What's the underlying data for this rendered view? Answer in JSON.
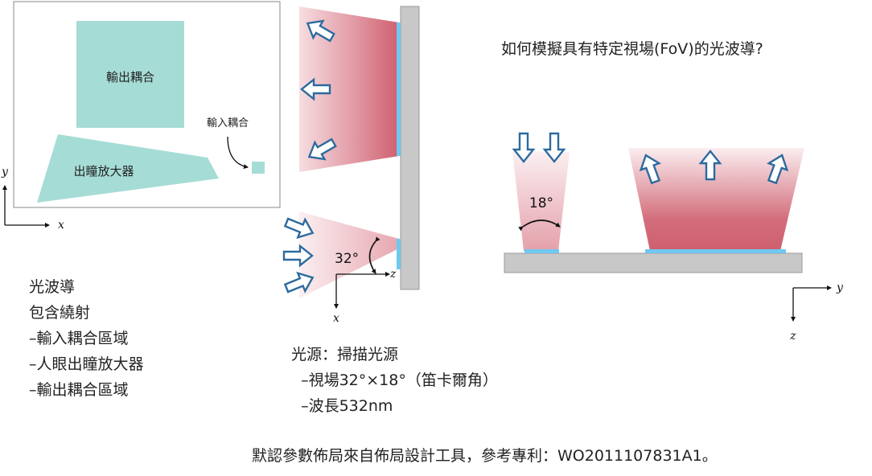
{
  "title": "如何模擬具有特定視場(FoV)的光波導?",
  "layout_panel": {
    "out_coupler_label": "輸出耦合",
    "in_coupler_label": "輸入耦合",
    "expander_label": "出瞳放大器",
    "axis_y": "y",
    "axis_x": "x"
  },
  "side_view": {
    "angle_label": "32°",
    "axis_z": "z",
    "axis_x": "x"
  },
  "front_view": {
    "angle_label": "18°",
    "axis_y": "y",
    "axis_z": "z"
  },
  "notes_left": {
    "line1": "光波導",
    "line2": "包含繞射",
    "line3": "–輸入耦合區域",
    "line4": "–人眼出瞳放大器",
    "line5": "–輸出耦合區域"
  },
  "notes_mid": {
    "line1": "光源：掃描光源",
    "line2": "  –視場32°×18°（笛卡爾角）",
    "line3": "  –波長532nm"
  },
  "footer": "默認參數佈局來自佈局設計工具，參考專利：WO2011107831A1。",
  "colors": {
    "coupler_fill": "#a6dcd6",
    "waveguide_gray": "#c8c8c8",
    "grating_blue": "#6ec8f0",
    "beam_red": "#cf5f6f",
    "arrow_blue": "#2c6a9e"
  }
}
